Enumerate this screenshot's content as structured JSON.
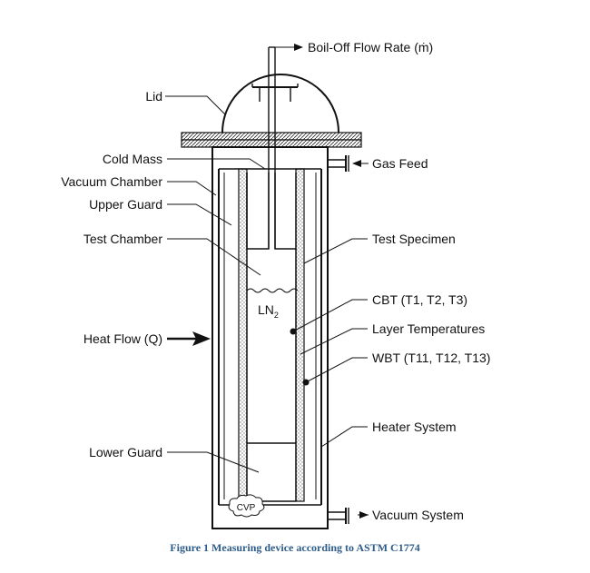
{
  "labels": {
    "boil_off": "Boil-Off Flow Rate (ṁ)",
    "lid": "Lid",
    "cold_mass": "Cold Mass",
    "vacuum_chamber": "Vacuum Chamber",
    "upper_guard": "Upper Guard",
    "test_chamber": "Test Chamber",
    "heat_flow": "Heat Flow (Q)",
    "lower_guard": "Lower Guard",
    "gas_feed": "Gas Feed",
    "test_specimen": "Test Specimen",
    "cbt": "CBT (T1, T2, T3)",
    "layer_temps": "Layer Temperatures",
    "wbt": "WBT (T11, T12, T13)",
    "heater_system": "Heater System",
    "vacuum_system": "Vacuum System",
    "ln2": "LN",
    "ln2_sub": "2",
    "cvp": "CVP"
  },
  "caption": "Figure 1 Measuring device according to ASTM C1774",
  "colors": {
    "line": "#111111",
    "caption": "#2e5c8a",
    "hatch": "#777777"
  }
}
